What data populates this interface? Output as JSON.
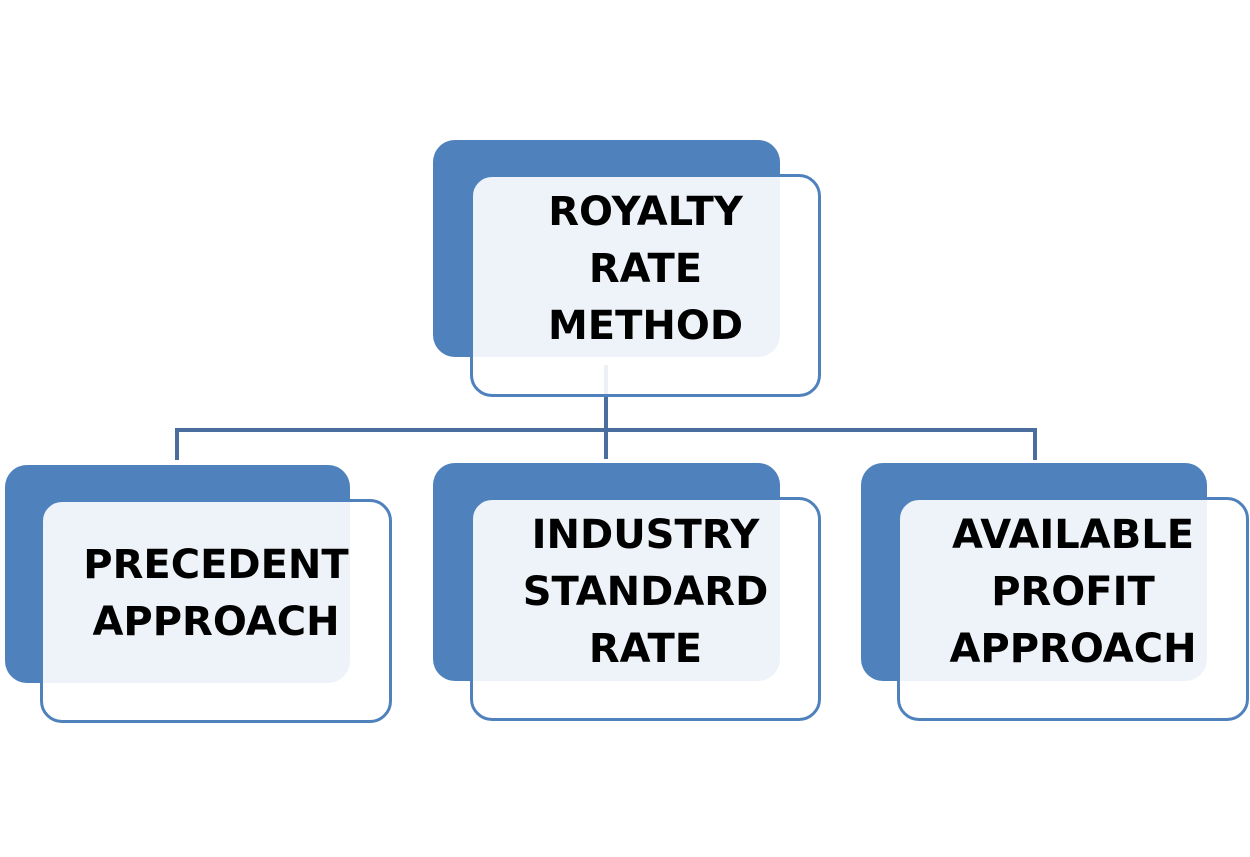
{
  "diagram": {
    "type": "hierarchy",
    "colors": {
      "accent": "#4f81bd",
      "connector": "#4a6f9e",
      "box_fill": "#ffffff",
      "text": "#000000"
    },
    "root": {
      "lines": [
        "ROYALTY",
        "RATE",
        "METHOD"
      ]
    },
    "children": [
      {
        "lines": [
          "PRECEDENT",
          "APPROACH"
        ]
      },
      {
        "lines": [
          "INDUSTRY",
          "STANDARD",
          "RATE"
        ]
      },
      {
        "lines": [
          "AVAILABLE",
          "PROFIT",
          "APPROACH"
        ]
      }
    ]
  }
}
